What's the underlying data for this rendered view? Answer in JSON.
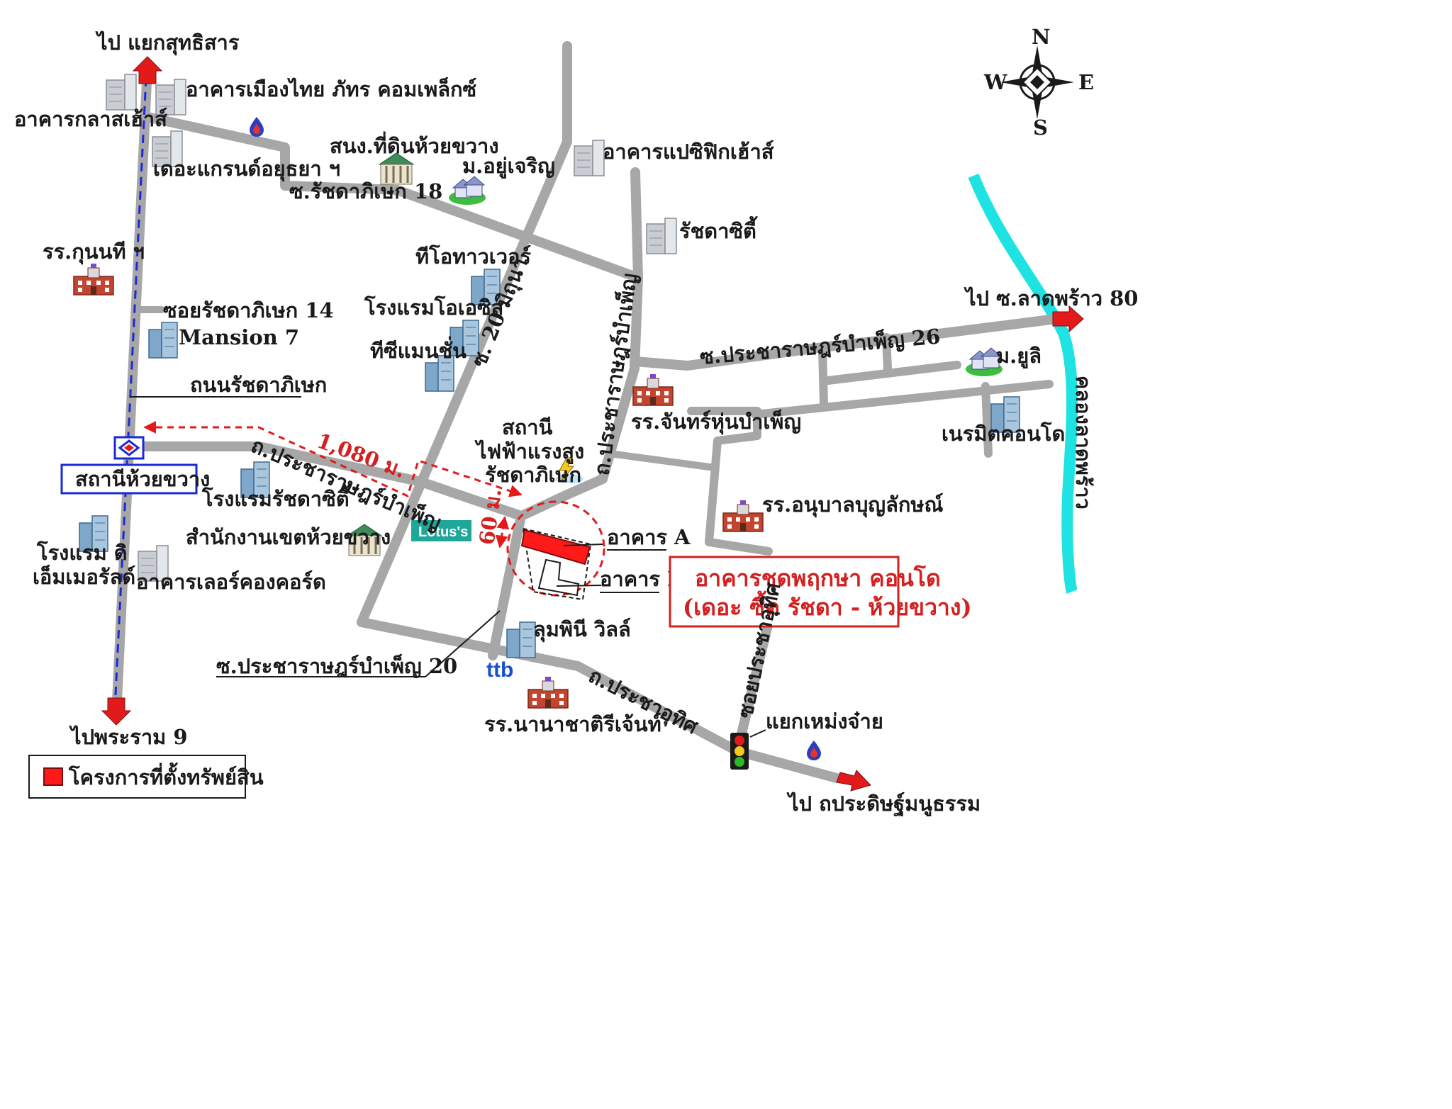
{
  "compass": {
    "n": "N",
    "s": "S",
    "e": "E",
    "w": "W"
  },
  "destinations": {
    "north": "ไป แยกสุทธิสาร",
    "south": "ไปพระราม 9",
    "east": "ไป ซ.ลาดพร้าว 80",
    "southeast": "ไป ถประดิษฐ์มนูธรรม"
  },
  "roads": {
    "ratchada": "ถนนรัชดาภิเษก",
    "soi18": "ซ.รัชดาภิเษก 18",
    "soi14": "ซอยรัชดาภิเษก 14",
    "pracharat": "ถ.ประชาราษฎร์บำเพ็ญ",
    "soi20": "ซ. 20 มิถุนา",
    "prachabam": "ถ.ประชาราษฎร์บำเพ็ญ",
    "soi26": "ซ.ประชาราษฎร์บำเพ็ญ 26",
    "soiprachauthit": "ซอยประชาอุทิศ",
    "prachauthit": "ถ.ประชาอุทิศ",
    "soi20b": "ซ.ประชาราษฎร์บำเพ็ญ 20",
    "canal": "คลองลาดพร้าว"
  },
  "places": {
    "muangthai": "อาคารเมืองไทย ภัทร คอมเพล็กซ์",
    "glass": "อาคารกลาสเฮ้าส์",
    "grand": "เดอะแกรนด์อยุธยา ฯ",
    "landoffice": "สนง.ที่ดินห้วยขวาง",
    "moo": "ม.อยู่เจริญ",
    "pacific": "อาคารแปซิฟิกเฮ้าส์",
    "ratchacity": "รัชดาซิตี้",
    "kunnon": "รร.กุนนที ฯ",
    "tower": "ทีโอทาวเวอร์",
    "oasis": "โรงแรมโอเอซิส",
    "mansion7": "Mansion 7",
    "tc": "ทีซีแมนชั่น",
    "power1": "สถานี",
    "power2": "ไฟฟ้าแรงสูง",
    "power3": "รัชดาภิเษก",
    "chantra": "รร.จันทร์หุ่นบำเพ็ญ",
    "yuli": "ม.ยูลิ",
    "naremit": "เนรมิตคอนโด",
    "station": "สถานีห้วยขวาง",
    "hotelratchacity": "โรงแรมรัชดาซิตี้",
    "district": "สำนักงานเขตห้วยขวาง",
    "emerald1": "โรงแรม ดิ",
    "emerald2": "เอ็มเมอรัลด์",
    "concord": "อาคารเลอร์คองคอร์ด",
    "anuban": "รร.อนุบาลบุญลักษณ์",
    "lumpini": "ลุมพินี วิลล์",
    "regent": "รร.นานาชาติรีเจ้นท์",
    "intersection": "แยกเหม่งจ๋าย",
    "lotus": "Lotus's",
    "ttb": "ttb"
  },
  "project": {
    "buildingA": "อาคาร A",
    "buildingB": "อาคาร B",
    "title1": "อาคารชุดพฤกษา คอนโด",
    "title2": "(เดอะ ซี้ด รัชดา - ห้วยขวาง)"
  },
  "distances": {
    "station": "1,080 ม.",
    "short": "60 ม."
  },
  "legend": {
    "label": "โครงการที่ตั้งทรัพย์สิน"
  },
  "colors": {
    "road": "#a7a7a7",
    "project": "#ff1a1a",
    "canal": "#1fe3e3",
    "arrow": "#e31a1a",
    "mrt_line": "#1a2ad8"
  }
}
